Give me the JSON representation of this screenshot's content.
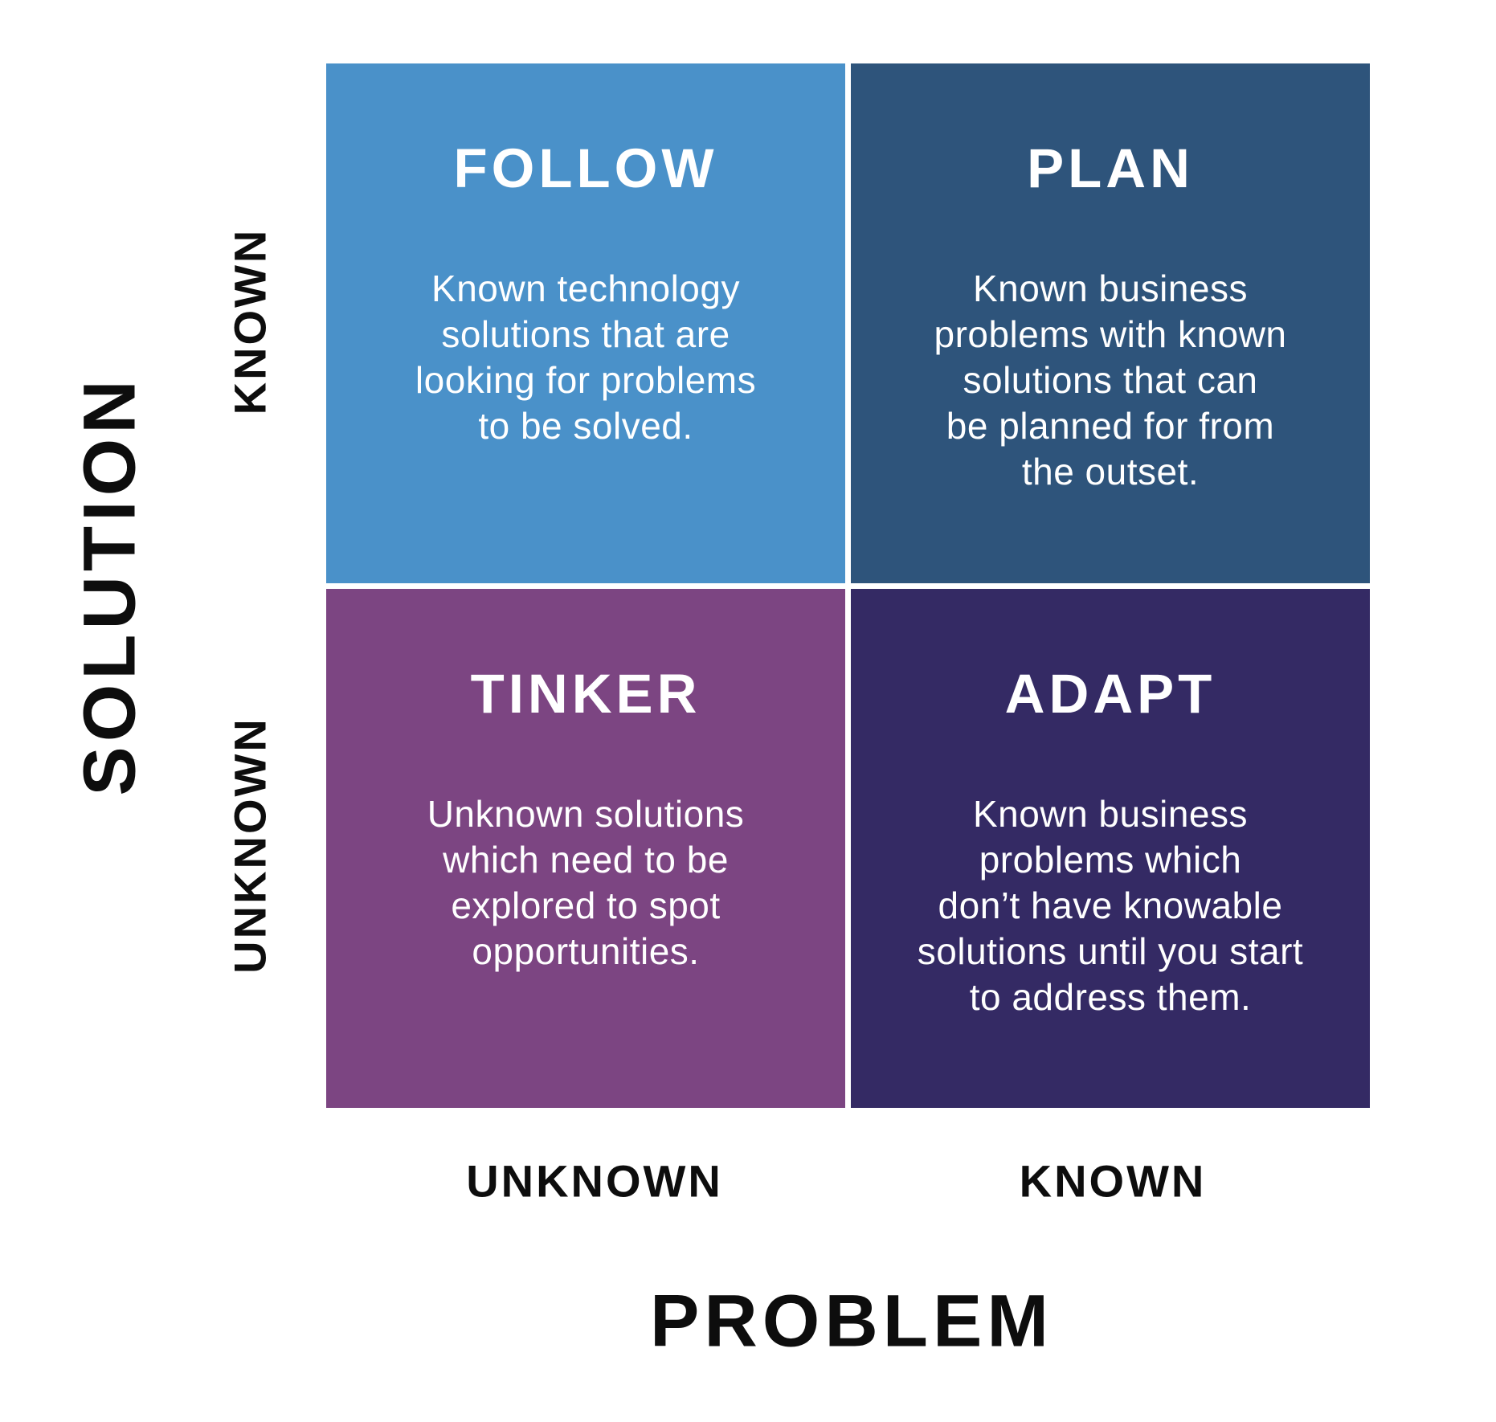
{
  "matrix": {
    "background": "#ffffff",
    "text_color_on_quadrants": "#ffffff",
    "axis_text_color": "#0d0d0d",
    "quadrants": [
      {
        "id": "follow",
        "title": "FOLLOW",
        "body": "Known technology\nsolutions that are\nlooking for problems\nto be solved.",
        "color": "#4a91c9",
        "position": "top-left"
      },
      {
        "id": "plan",
        "title": "PLAN",
        "body": "Known business\nproblems with known\nsolutions that can\nbe planned for from\nthe outset.",
        "color": "#2e547b",
        "position": "top-right"
      },
      {
        "id": "tinker",
        "title": "TINKER",
        "body": "Unknown solutions\nwhich need to be\nexplored to spot\nopportunities.",
        "color": "#7c4582",
        "position": "bottom-left"
      },
      {
        "id": "adapt",
        "title": "ADAPT",
        "body": "Known business\nproblems which\ndon’t have knowable\nsolutions until you start\nto address them.",
        "color": "#342a64",
        "position": "bottom-right"
      }
    ],
    "axes": {
      "y_title": "SOLUTION",
      "y_top_label": "KNOWN",
      "y_bottom_label": "UNKNOWN",
      "x_left_label": "UNKNOWN",
      "x_right_label": "KNOWN",
      "x_title": "PROBLEM"
    }
  }
}
